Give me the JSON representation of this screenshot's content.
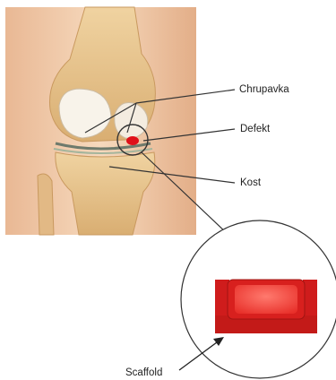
{
  "labels": {
    "cartilage": "Chrupavka",
    "defect": "Defekt",
    "bone": "Kost",
    "scaffold": "Scaffold"
  },
  "colors": {
    "skin": "#f0c9a4",
    "bone": "#e8c48e",
    "cartilage": "#f7f1e6",
    "defect": "#e0101a",
    "scaffold": "#d8201e",
    "scaffold_highlight": "#ff5a4e",
    "line": "#333333"
  }
}
